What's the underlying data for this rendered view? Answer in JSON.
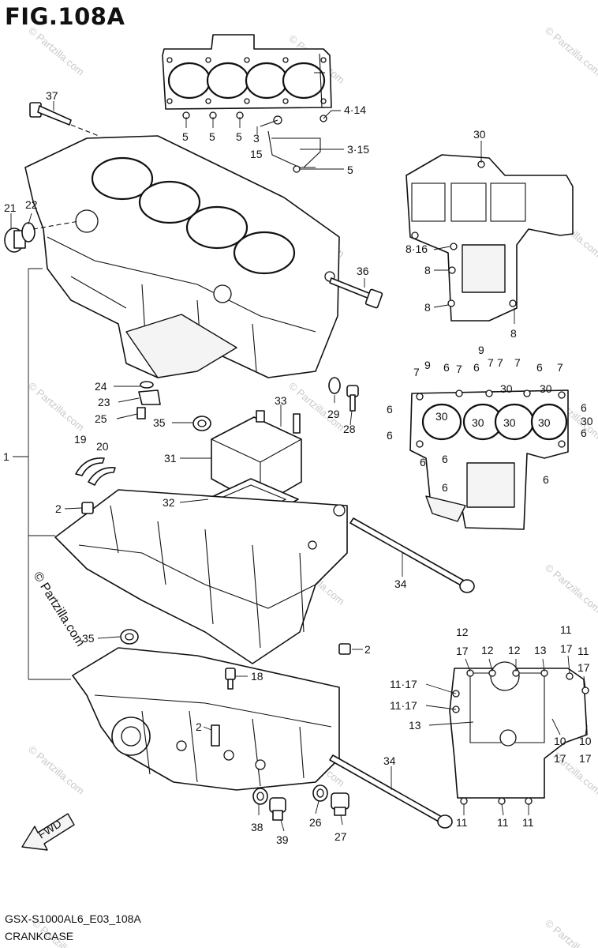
{
  "figure": {
    "title": "FIG.108A",
    "footer_code": "GSX-S1000AL6_E03_108A",
    "footer_name": "CRANKCASE"
  },
  "watermark": {
    "text": "© Partzilla.com"
  },
  "fwd_label": "FWD",
  "callouts": [
    {
      "id": "c37",
      "text": "37"
    },
    {
      "id": "c5a",
      "text": "5"
    },
    {
      "id": "c5b",
      "text": "5"
    },
    {
      "id": "c5c",
      "text": "5"
    },
    {
      "id": "c3",
      "text": "3"
    },
    {
      "id": "c15",
      "text": "15"
    },
    {
      "id": "c414",
      "text": "4·14"
    },
    {
      "id": "c315",
      "text": "3·15"
    },
    {
      "id": "c5d",
      "text": "5"
    },
    {
      "id": "c21",
      "text": "21"
    },
    {
      "id": "c22",
      "text": "22"
    },
    {
      "id": "c30top",
      "text": "30"
    },
    {
      "id": "c816",
      "text": "8·16"
    },
    {
      "id": "c8a",
      "text": "8"
    },
    {
      "id": "c8b",
      "text": "8"
    },
    {
      "id": "c8c",
      "text": "8"
    },
    {
      "id": "c36",
      "text": "36"
    },
    {
      "id": "c1",
      "text": "1"
    },
    {
      "id": "c24",
      "text": "24"
    },
    {
      "id": "c23",
      "text": "23"
    },
    {
      "id": "c25",
      "text": "25"
    },
    {
      "id": "c35a",
      "text": "35"
    },
    {
      "id": "c33",
      "text": "33"
    },
    {
      "id": "c29",
      "text": "29"
    },
    {
      "id": "c28",
      "text": "28"
    },
    {
      "id": "c19",
      "text": "19"
    },
    {
      "id": "c20",
      "text": "20"
    },
    {
      "id": "c31",
      "text": "31"
    },
    {
      "id": "c32",
      "text": "32"
    },
    {
      "id": "c2a",
      "text": "2"
    },
    {
      "id": "c34a",
      "text": "34"
    },
    {
      "id": "c35b",
      "text": "35"
    },
    {
      "id": "c2b",
      "text": "2"
    },
    {
      "id": "c18",
      "text": "18"
    },
    {
      "id": "c2c",
      "text": "2"
    },
    {
      "id": "c34b",
      "text": "34"
    },
    {
      "id": "c38",
      "text": "38"
    },
    {
      "id": "c39",
      "text": "39"
    },
    {
      "id": "c26",
      "text": "26"
    },
    {
      "id": "c27",
      "text": "27"
    },
    {
      "id": "m9",
      "text": "9"
    },
    {
      "id": "m7a",
      "text": "7"
    },
    {
      "id": "m9b",
      "text": "9"
    },
    {
      "id": "m6a",
      "text": "6"
    },
    {
      "id": "m7b",
      "text": "7"
    },
    {
      "id": "m6b",
      "text": "6"
    },
    {
      "id": "m7c",
      "text": "7"
    },
    {
      "id": "m7d",
      "text": "7"
    },
    {
      "id": "m7e",
      "text": "7"
    },
    {
      "id": "m6c",
      "text": "6"
    },
    {
      "id": "m7f",
      "text": "7"
    },
    {
      "id": "m30a",
      "text": "30"
    },
    {
      "id": "m30b",
      "text": "30"
    },
    {
      "id": "m6d",
      "text": "6"
    },
    {
      "id": "m6e",
      "text": "6"
    },
    {
      "id": "m30c",
      "text": "30"
    },
    {
      "id": "m30d",
      "text": "30"
    },
    {
      "id": "m30e",
      "text": "30"
    },
    {
      "id": "m30f",
      "text": "30"
    },
    {
      "id": "m30g",
      "text": "30"
    },
    {
      "id": "m6f",
      "text": "6"
    },
    {
      "id": "m6g",
      "text": "6"
    },
    {
      "id": "m6h",
      "text": "6"
    },
    {
      "id": "m6i",
      "text": "6"
    },
    {
      "id": "m6j",
      "text": "6"
    },
    {
      "id": "m6k",
      "text": "6"
    },
    {
      "id": "b12a",
      "text": "12"
    },
    {
      "id": "b17a",
      "text": "17"
    },
    {
      "id": "b11a",
      "text": "11"
    },
    {
      "id": "b12b",
      "text": "12"
    },
    {
      "id": "b12c",
      "text": "12"
    },
    {
      "id": "b13a",
      "text": "13"
    },
    {
      "id": "b17b",
      "text": "17"
    },
    {
      "id": "b11b",
      "text": "11"
    },
    {
      "id": "b17c",
      "text": "17"
    },
    {
      "id": "b1117a",
      "text": "11·17"
    },
    {
      "id": "b1117b",
      "text": "11·17"
    },
    {
      "id": "b13b",
      "text": "13"
    },
    {
      "id": "b10a",
      "text": "10"
    },
    {
      "id": "b10b",
      "text": "10"
    },
    {
      "id": "b17d",
      "text": "17"
    },
    {
      "id": "b17e",
      "text": "17"
    },
    {
      "id": "b11c",
      "text": "11"
    },
    {
      "id": "b11d",
      "text": "11"
    },
    {
      "id": "b11e",
      "text": "11"
    }
  ]
}
